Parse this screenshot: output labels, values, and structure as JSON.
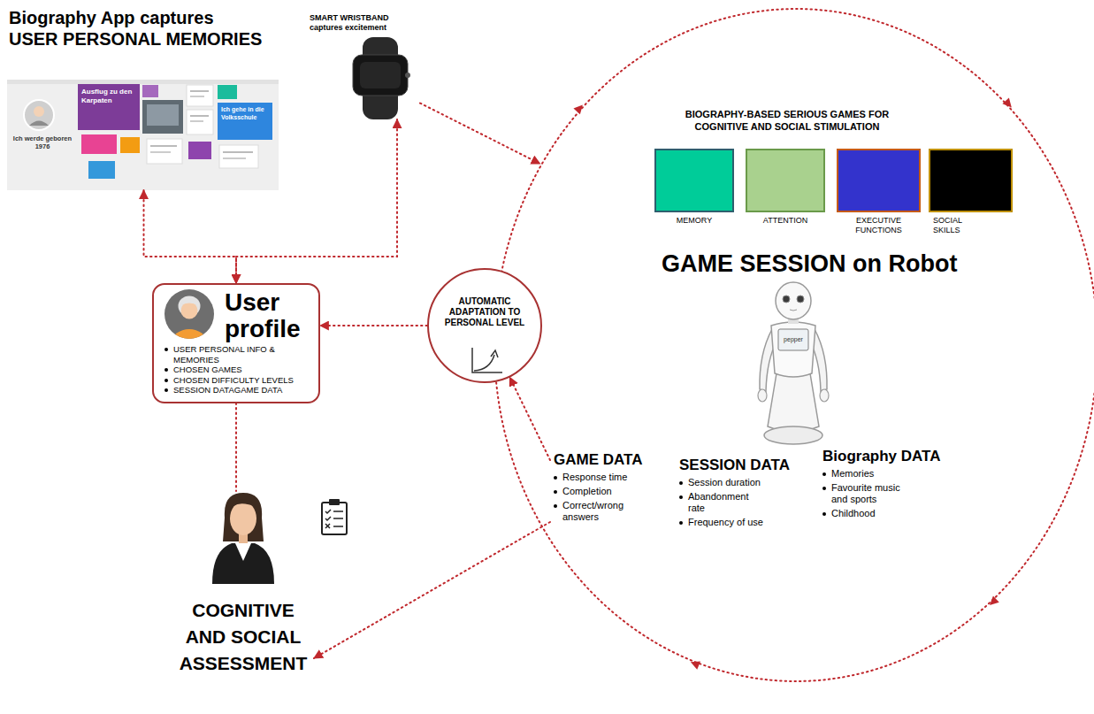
{
  "diagram": {
    "nodes": [
      {
        "text": [
          "Biography App captures USER PERSONAL MEMORIES",
          "Ich werde geboren 1976",
          "Ausflug zu den Karpaten",
          "Ich gehe in die Volksschule"
        ]
      },
      {
        "text": [
          "SMART WRISTBAND captures excitement"
        ]
      },
      {
        "text": [
          "User profile",
          "USER PERSONAL INFO & MEMORIES",
          "CHOSEN GAMES",
          "CHOSEN DIFFICULTY LEVELS",
          "SESSION DATAGAME DATA"
        ]
      },
      {
        "text": [
          "AUTOMATIC ADAPTATION TO PERSONAL LEVEL"
        ]
      },
      {
        "text": [
          "GAME SESSION on Robot"
        ]
      },
      {
        "text": [
          "MEMORY"
        ],
        "in": 4
      },
      {
        "text": [
          "ATTENTION"
        ],
        "in": 4
      },
      {
        "text": [
          "EXECUTIVE FUNCTIONS"
        ],
        "in": 4
      },
      {
        "text": [
          "SOCIAL SKILLS"
        ],
        "in": 4
      },
      {
        "text": [
          "GAME DATA",
          "Response time",
          "Completion",
          "Correct/wrong answers"
        ],
        "in": 4
      },
      {
        "text": [
          "SESSION DATA",
          "Session duration",
          "Abandonment rate",
          "Frequency of use"
        ],
        "in": 4
      },
      {
        "text": [
          "Biography DATA",
          "Memories",
          "Favourite music and sports",
          "Childhood"
        ],
        "in": 4
      },
      {
        "text": [
          "COGNITIVE AND SOCIAL ASSESSMENT"
        ]
      }
    ],
    "edges": [
      {
        "from": 0,
        "to": 2,
        "arrow": "both"
      },
      {
        "from": 1,
        "to": 2,
        "arrow": "both"
      },
      {
        "from": 1,
        "to": 4,
        "arrow": "to"
      },
      {
        "from": 3,
        "to": 2,
        "arrow": "to"
      },
      {
        "from": 9,
        "to": 3,
        "arrow": "to"
      },
      {
        "from": 2,
        "to": 12,
        "arrow": "none"
      },
      {
        "from": 9,
        "to": 12,
        "arrow": "to"
      }
    ],
    "labels": [
      "BIOGRAPHY-BASED SERIOUS GAMES FOR COGNITIVE AND SOCIAL STIMULATION",
      "pepper"
    ]
  }
}
